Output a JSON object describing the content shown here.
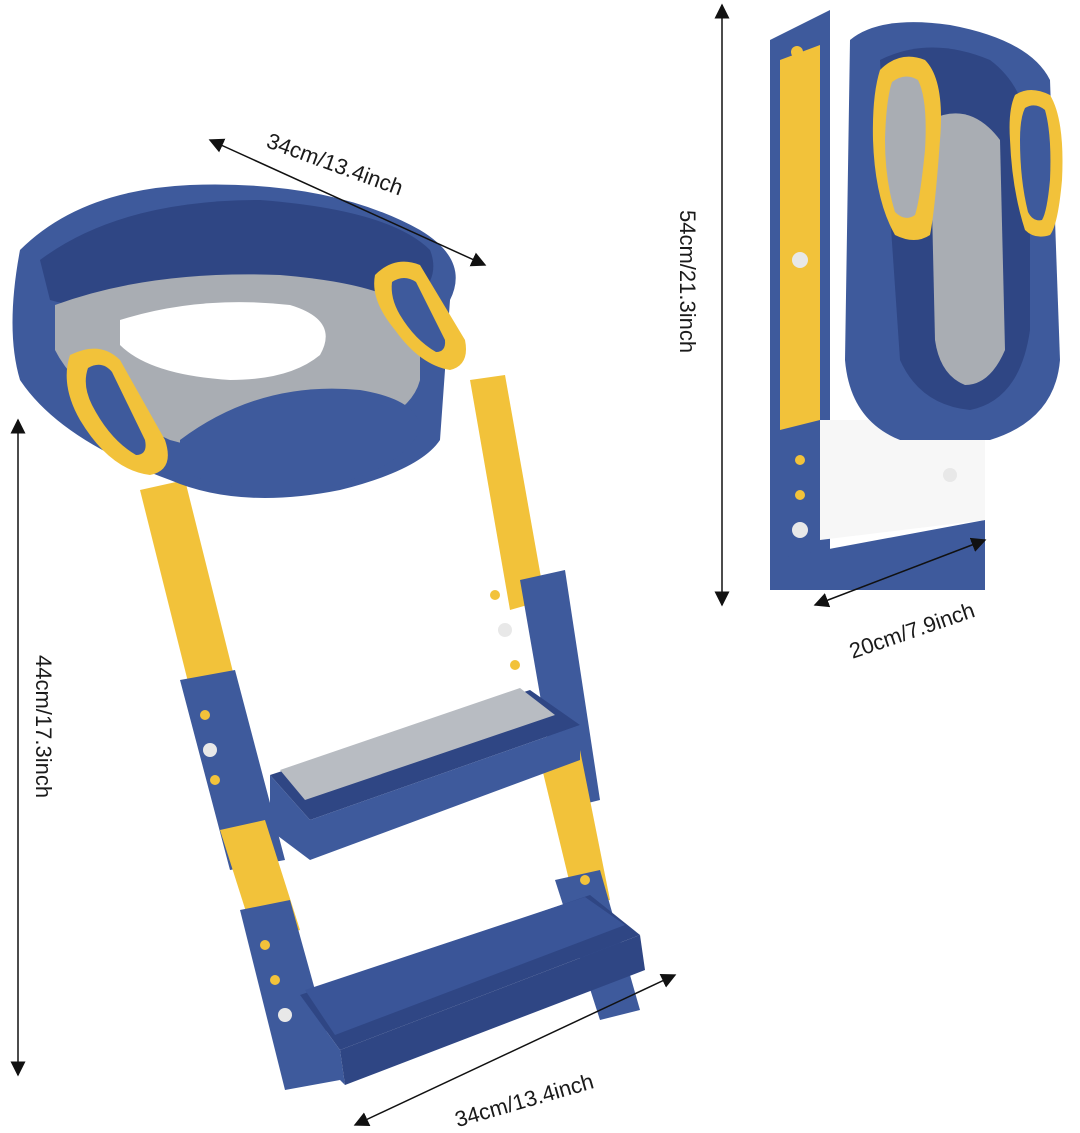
{
  "dimensions": {
    "seat_width": "34cm/13.4inch",
    "unfolded_height": "44cm/17.3inch",
    "step_width": "34cm/13.4inch",
    "folded_height": "54cm/21.3inch",
    "folded_depth": "20cm/7.9inch"
  },
  "colors": {
    "blue": "#3e5a9c",
    "blue_dark": "#2f4684",
    "yellow": "#f2c23a",
    "grey_pad": "#a9adb3",
    "line": "#111111"
  }
}
